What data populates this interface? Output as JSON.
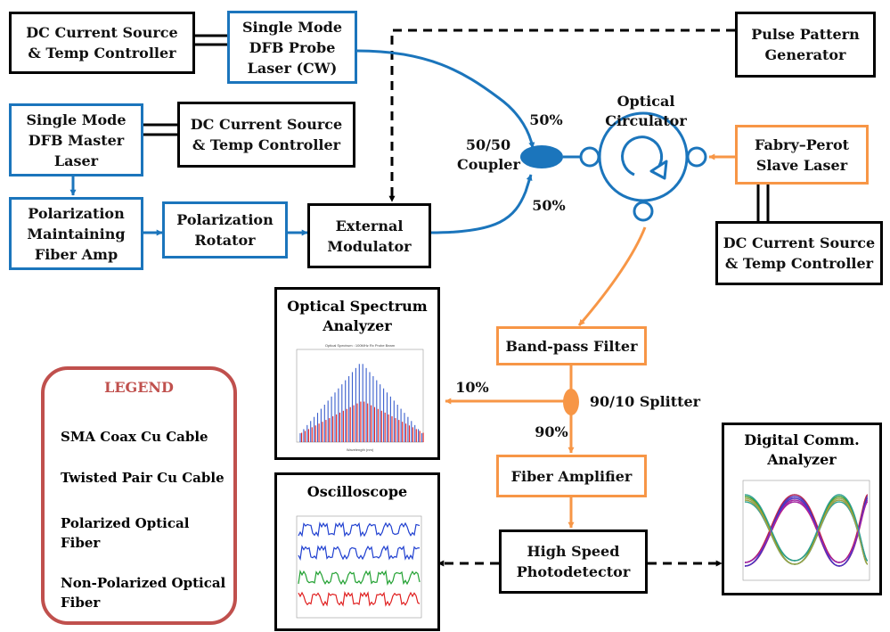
{
  "boxes": {
    "dc_source_1": "DC Current Source\n& Temp Controller",
    "probe_laser": "Single Mode\nDFB Probe\nLaser (CW)",
    "pulse_gen": "Pulse Pattern\nGenerator",
    "master_laser": "Single Mode\nDFB Master\nLaser",
    "dc_source_2": "DC Current Source\n& Temp Controller",
    "pm_fiber_amp": "Polarization\nMaintaining\nFiber Amp",
    "pol_rotator": "Polarization\nRotator",
    "ext_modulator": "External\nModulator",
    "fp_slave_laser": "Fabry–Perot\nSlave Laser",
    "dc_source_3": "DC Current Source\n& Temp Controller",
    "bandpass_filter": "Band-pass Filter",
    "fiber_amplifier": "Fiber Amplifier",
    "photodetector": "High Speed\nPhotodetector"
  },
  "labels": {
    "circulator": "Optical Circulator",
    "coupler": "50/50\nCoupler",
    "coupler_top": "50%",
    "coupler_bottom": "50%",
    "splitter": "90/10 Splitter",
    "split_10": "10%",
    "split_90": "90%"
  },
  "instruments": {
    "osa": "Optical Spectrum\nAnalyzer",
    "osa_plot_title": "Optical Spectrum : 100MHz Rx Probe Beam",
    "osa_xlabel": "Wavelength (nm)",
    "oscilloscope": "Oscilloscope",
    "dca": "Digital Comm.\nAnalyzer"
  },
  "legend": {
    "title": "LEGEND",
    "items": [
      "SMA Coax Cu Cable",
      "Twisted Pair Cu Cable",
      "Polarized Optical\nFiber",
      "Non-Polarized Optical\nFiber"
    ]
  },
  "colors": {
    "polarized": "#1b75bc",
    "non_polarized": "#f79646",
    "copper": "#000000",
    "legend_border": "#c0504d"
  }
}
